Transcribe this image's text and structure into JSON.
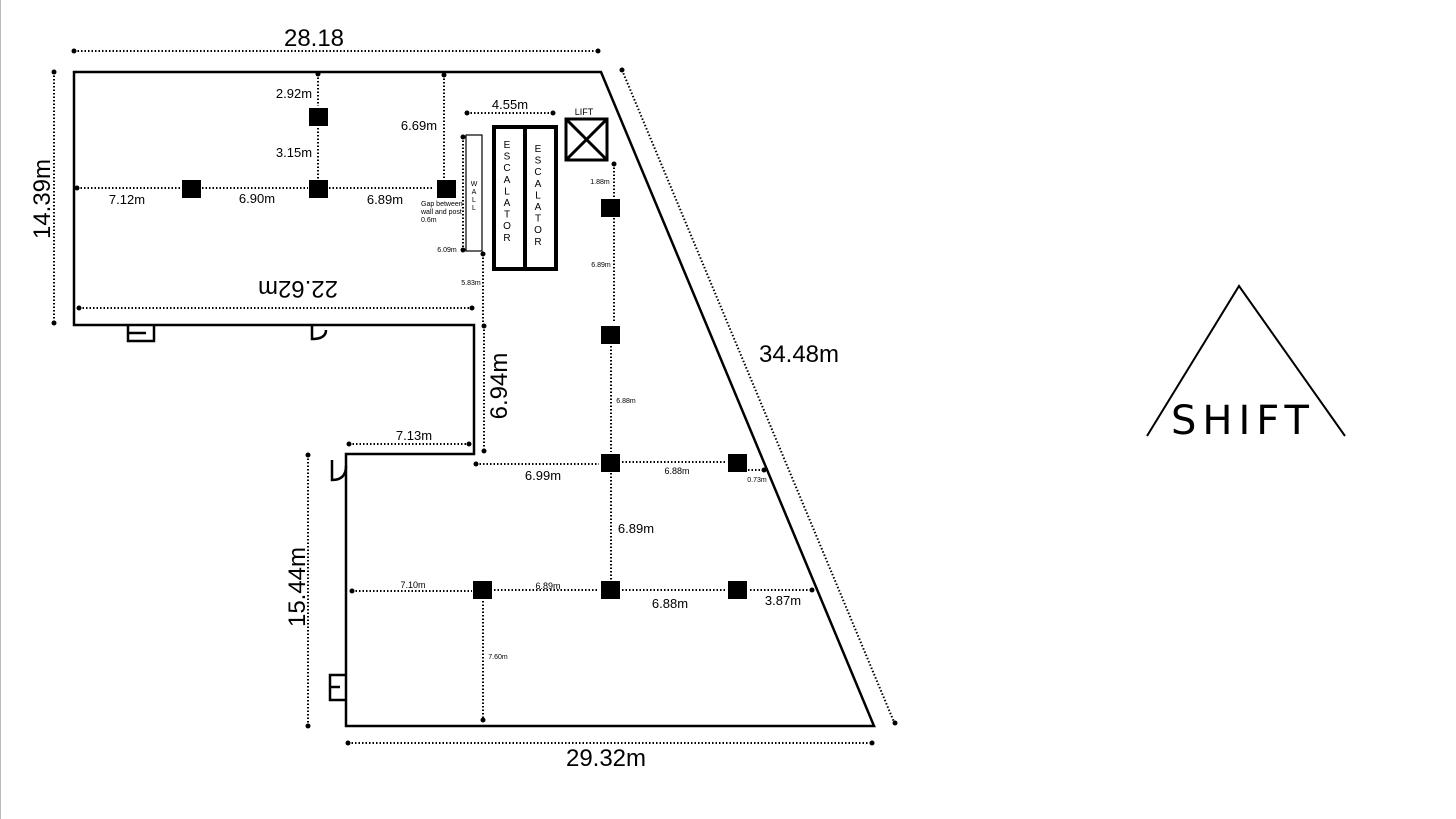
{
  "overall": {
    "top_width": "28.18",
    "left_height": "14.39m",
    "mid_width_flipped": "22.62m",
    "diagonal": "34.48m",
    "mid_height": "6.94m",
    "step_width": "7.13m",
    "bottom_height": "15.44m",
    "bottom_width": "29.32m"
  },
  "grid": {
    "d_292": "2.92m",
    "d_315": "3.15m",
    "d_669": "6.69m",
    "d_712": "7.12m",
    "d_690": "6.90m",
    "d_689a": "6.89m",
    "d_455": "4.55m",
    "d_188": "1.88m",
    "d_689b": "6.89m",
    "d_688a": "6.88m",
    "d_609": "6.09m",
    "d_583": "5.83m",
    "d_699": "6.99m",
    "d_688b": "6.88m",
    "d_073": "0.73m",
    "d_689c": "6.89m",
    "d_710": "7.10m",
    "d_689d": "6.89m",
    "d_688c": "6.88m",
    "d_387": "3.87m",
    "d_760": "7.60m"
  },
  "labels": {
    "gap_line1": "Gap between",
    "gap_line2": "wall and post",
    "gap_line3": "0.6m",
    "lift": "LIFT",
    "wall_letters": [
      "W",
      "A",
      "L",
      "L"
    ],
    "escalator_letters": [
      "E",
      "S",
      "C",
      "A",
      "L",
      "A",
      "T",
      "O",
      "R"
    ]
  },
  "logo": {
    "text": "SHIFT"
  },
  "icons": {
    "door": "door-icon",
    "lift": "lift-cross-icon",
    "post": "column-post-icon"
  }
}
